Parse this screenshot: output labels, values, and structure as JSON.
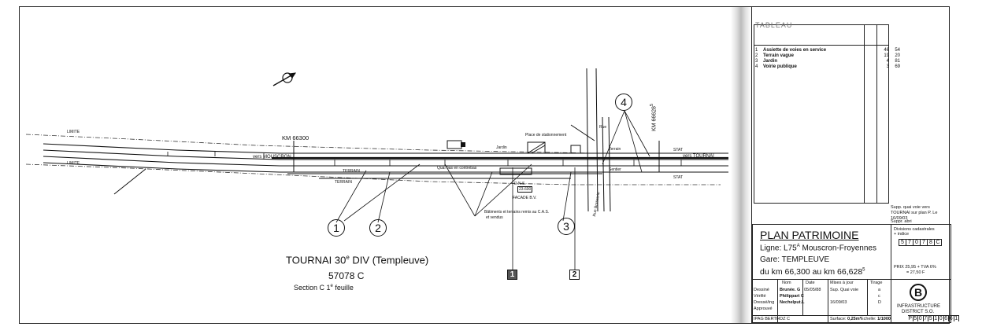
{
  "plan": {
    "km_start_label": "KM 66300",
    "km_end_label": "KM 66628",
    "km_end_sup": "5",
    "direction_left": "vers MOUSCRON",
    "direction_right": "vers TOURNAI",
    "labels": {
      "limite_left": "LIMITE",
      "limite_left2": "LIMITE",
      "terrain": "TERRAIN",
      "terrain2": "TERRAIN",
      "jardin": "Jardin",
      "place": "Place de stationnement",
      "quai": "Quai bas en contrebas",
      "dns": "D.N.S.",
      "dns_val": "23.600",
      "facade": "FACADE B.V.",
      "batiments": "Bâtiments et terrains remis au C.A.S.",
      "vendus": "et vendus",
      "rue": "Rue Brasserie",
      "rue_top": "Rue",
      "stat": "STAT",
      "stat2": "STAT",
      "terrain_top": "Terrain",
      "sentier": "Sentier"
    },
    "callouts": [
      "1",
      "2",
      "3",
      "4"
    ],
    "legend_squares": [
      "1",
      "2"
    ],
    "title": {
      "line1": "TOURNAI 30",
      "line1_sup": "e",
      "line1_tail": " DIV (Templeuve)",
      "line2": "57078 C",
      "line3": "Section C 1",
      "line3_sup": "e",
      "line3_tail": " feuille"
    }
  },
  "cartouche": {
    "table_title": "TABLEAU",
    "table_rows": [
      {
        "n": "1",
        "desc": "Assiette de voies en service",
        "a": "46",
        "b": "54"
      },
      {
        "n": "2",
        "desc": "Terrain vague",
        "a": "19",
        "b": "20"
      },
      {
        "n": "3",
        "desc": "Jardin",
        "a": "4",
        "b": "81"
      },
      {
        "n": "4",
        "desc": "Voirie publique",
        "a": "3",
        "b": "69"
      }
    ],
    "supp_note": "Supp. quai voie vers TOURNAI sur plan P. Le 16/09/03",
    "supp_abri": "Suppr. abri",
    "plan_title": "PLAN PATRIMOINE",
    "ligne_label": "Ligne: L75",
    "ligne_sup": "A",
    "ligne_name": " Mouscron-Froyennes",
    "gare": "Gare: TEMPLEUVE",
    "km_range": "du km 66,300 au km 66,628",
    "km_sup": "5",
    "divisions_label": "Divisions cadastrales",
    "divisions_note": "+ indice",
    "div_cells": [
      "5",
      "7",
      "0",
      "7",
      "8",
      "C"
    ],
    "prix": "PRIX 25,95 + TVA 6%",
    "prix2": "= 27,50 F",
    "sign_head": {
      "nom": "Nom",
      "date": "Date",
      "mises": "Mises à jour",
      "tirage": "Tirage"
    },
    "sign_rows": [
      {
        "role": "Dessiné",
        "nom": "Brunée. G",
        "date": "05/05/88",
        "maj": "Sup. Quai voie",
        "t": "a"
      },
      {
        "role": "Vérifié",
        "nom": "Philippart C",
        "date": "",
        "maj": "",
        "t": "c"
      },
      {
        "role": "Dressé/ing",
        "nom": "Nechelput.L",
        "date": "",
        "maj": "16/09/03",
        "t": "D"
      },
      {
        "role": "Approuvé",
        "nom": "",
        "date": "",
        "maj": "",
        "t": ""
      }
    ],
    "ipag": "IPAG BERTHOZ C",
    "surface_label": "Surface:",
    "surface_val": "0,25m²",
    "echelle_label": "Echelle:",
    "echelle_val": "1/1000",
    "logo_letter": "B",
    "infra": "INFRASTRUCTURE",
    "district": "DISTRICT S.O.",
    "plan_number": [
      "P",
      "5",
      "0",
      "7",
      "5",
      "1",
      "0",
      "6",
      "6",
      "1"
    ]
  }
}
